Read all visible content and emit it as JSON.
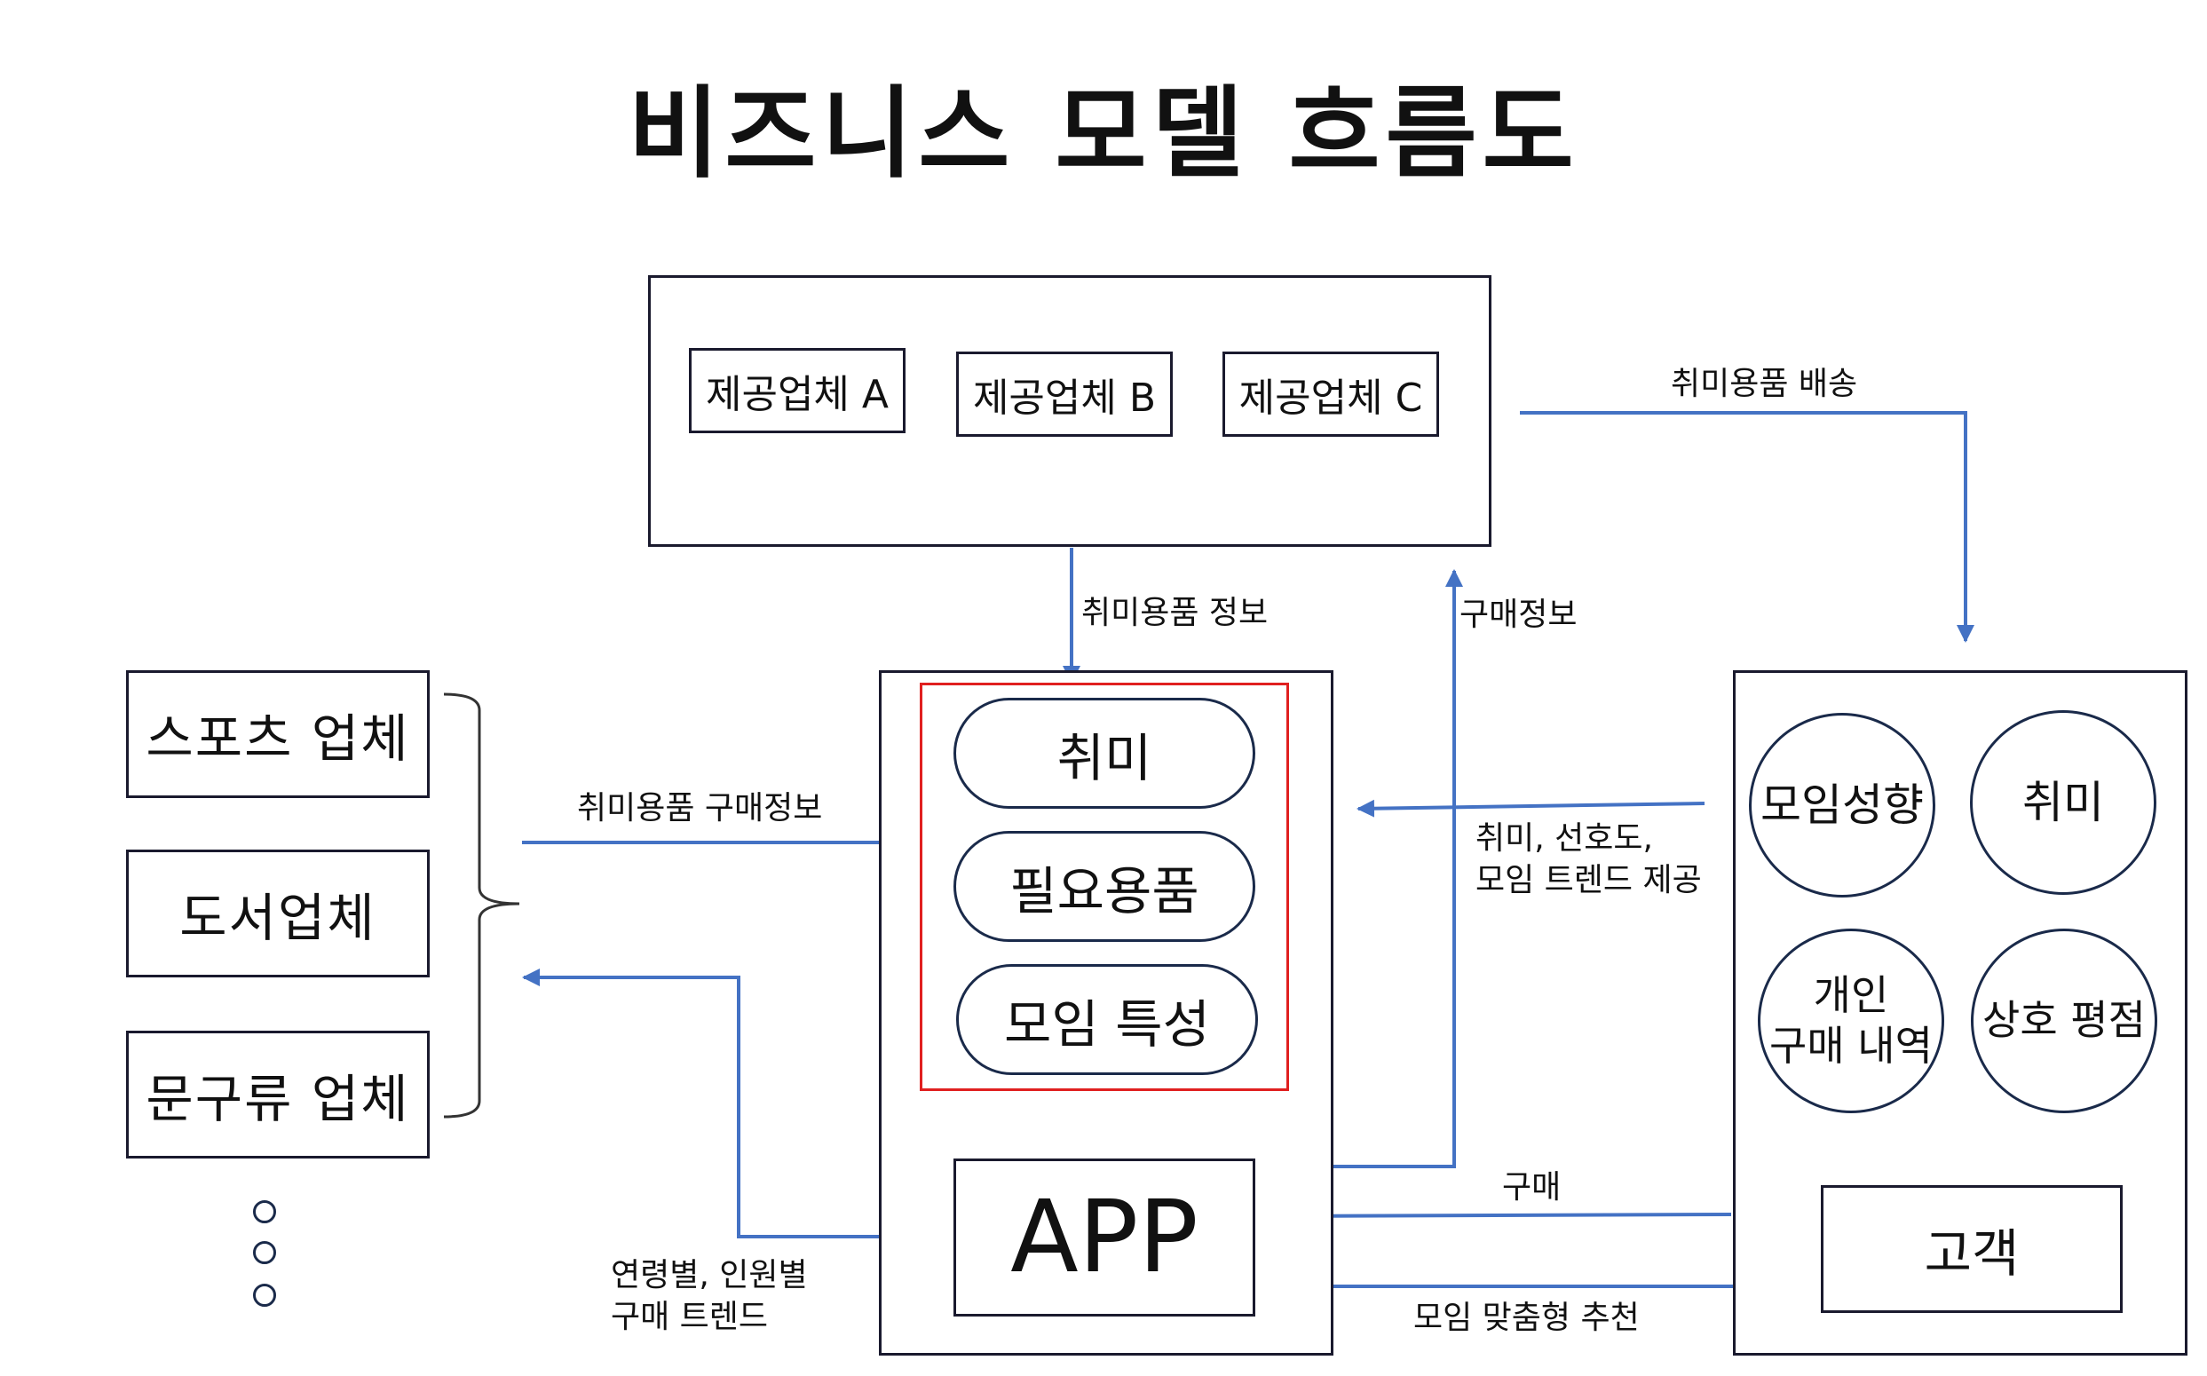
{
  "title": "비즈니스 모델 흐름도",
  "suppliers": [
    "제공업체 A",
    "제공업체 B",
    "제공업체 C"
  ],
  "categories": [
    "스포츠 업체",
    "도서업체",
    "문구류 업체"
  ],
  "app": {
    "features": [
      "취미",
      "필요용품",
      "모임 특성"
    ],
    "label": "APP"
  },
  "customer": {
    "traits": [
      "모임성향",
      "취미",
      "개인\n구매 내역",
      "상호 평점"
    ],
    "label": "고객"
  },
  "flows": {
    "hobby_delivery": "취미용품 배송",
    "hobby_info": "취미용품 정보",
    "purchase_info": "구매정보",
    "hobby_purchase_info": "취미용품 구매정보",
    "pref_provide": "취미, 선호도,\n모임 트렌드 제공",
    "purchase": "구매",
    "age_trend": "연령별, 인원별\n구매 트렌드",
    "recommend": "모임 맞춤형 추천"
  },
  "colors": {
    "arrow": "#4472c4",
    "highlight": "#e02020",
    "border": "#1a1a2e"
  }
}
